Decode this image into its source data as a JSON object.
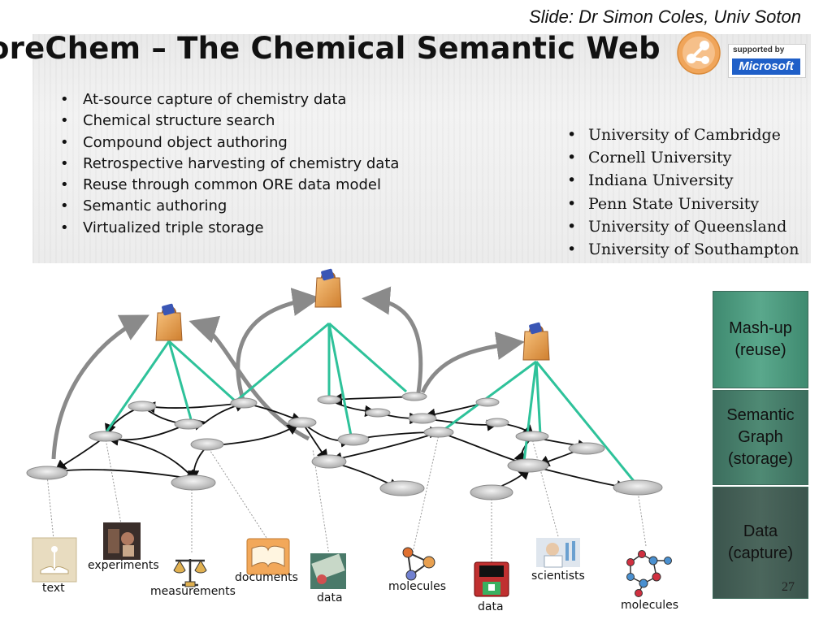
{
  "credit": "Slide: Dr Simon Coles, Univ Soton",
  "title": "oreChem – The Chemical Semantic Web",
  "badge": {
    "supported_by": "supported by",
    "company": "Microsoft"
  },
  "features": [
    "At-source capture of chemistry data",
    "Chemical structure search",
    "Compound object authoring",
    "Retrospective harvesting of chemistry data",
    "Reuse through common ORE data model",
    "Semantic authoring",
    "Virtualized triple storage"
  ],
  "universities": [
    "University of Cambridge",
    "Cornell University",
    "Indiana University",
    "Penn State University",
    "University of Queensland",
    "University of Southampton"
  ],
  "layers": [
    {
      "line1": "Mash-up",
      "line2": "(reuse)",
      "line3": ""
    },
    {
      "line1": "Semantic",
      "line2": "Graph",
      "line3": "(storage)"
    },
    {
      "line1": "Data",
      "line2": "(capture)",
      "line3": ""
    }
  ],
  "sources": {
    "text": "text",
    "experiments": "experiments",
    "measurements": "measurements",
    "documents": "documents",
    "data1": "data",
    "molecules1": "molecules",
    "data2": "data",
    "scientists": "scientists",
    "molecules2": "molecules"
  },
  "page_number": "27",
  "colors": {
    "teal_link": "#2ec29a",
    "node_fill": "#c9c9c9",
    "bag": "#e8a04a"
  }
}
